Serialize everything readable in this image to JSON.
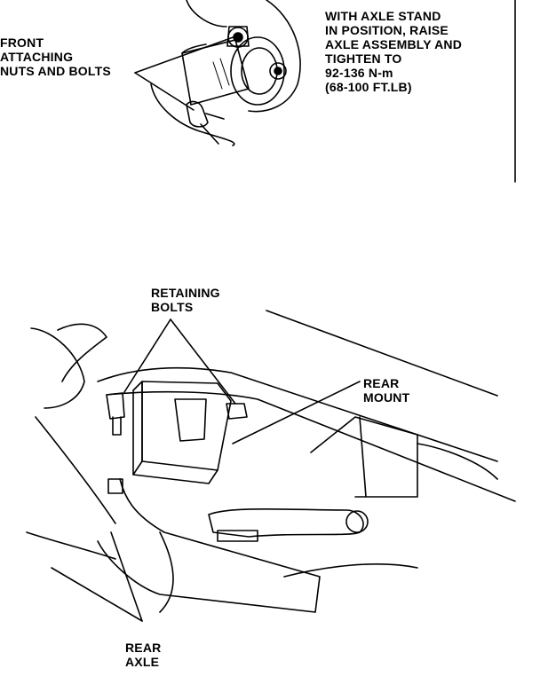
{
  "top_figure": {
    "front_label": [
      "FRONT",
      "ATTACHING",
      "NUTS AND BOLTS"
    ],
    "instruction": [
      "WITH AXLE STAND",
      "IN POSITION, RAISE",
      "AXLE ASSEMBLY AND",
      "TIGHTEN TO",
      "92-136 N-m",
      "(68-100 FT.LB)"
    ]
  },
  "bottom_figure": {
    "retaining_label": [
      "RETAINING",
      "BOLTS"
    ],
    "mount_label": [
      "REAR",
      "MOUNT"
    ],
    "axle_label": [
      "REAR",
      "AXLE"
    ]
  },
  "colors": {
    "ink": "#000000",
    "paper": "#ffffff"
  }
}
